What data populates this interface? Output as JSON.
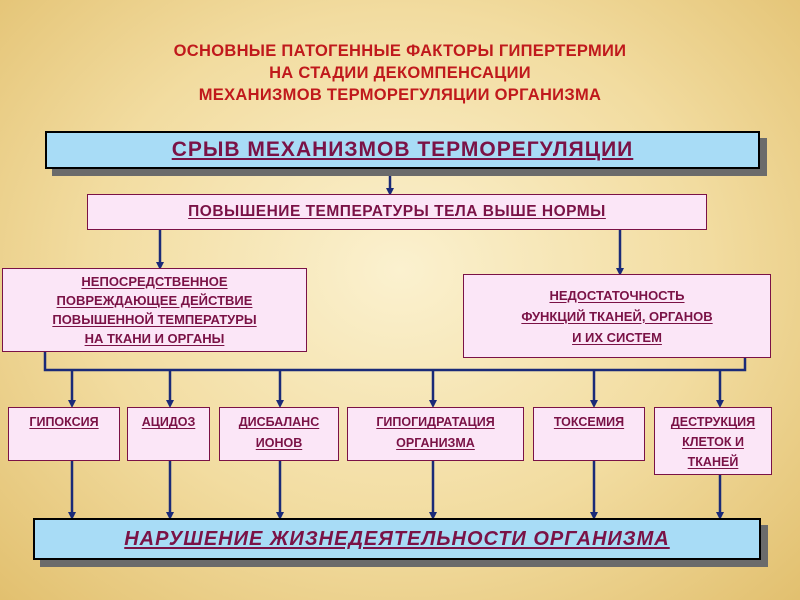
{
  "title": {
    "line1": "ОСНОВНЫЕ  ПАТОГЕННЫЕ  ФАКТОРЫ  ГИПЕРТЕРМИИ",
    "line2": "НА  СТАДИИ  ДЕКОМПЕНСАЦИИ",
    "line3": "МЕХАНИЗМОВ  ТЕРМОРЕГУЛЯЦИИ  ОРГАНИЗМА"
  },
  "top_banner": "СРЫВ   МЕХАНИЗМОВ  ТЕРМОРЕГУЛЯЦИИ",
  "temp_box": "ПОВЫШЕНИЕ  ТЕМПЕРАТУРЫ  ТЕЛА  ВЫШЕ  НОРМЫ",
  "direct_damage": {
    "lines": [
      "НЕПОСРЕДСТВЕННОЕ",
      "ПОВРЕЖДАЮЩЕЕ ДЕЙСТВИЕ",
      "ПОВЫШЕННОЙ ТЕМПЕРАТУРЫ",
      "НА ТКАНИ И ОРГАНЫ"
    ]
  },
  "insufficiency": {
    "lines": [
      "НЕДОСТАТОЧНОСТЬ",
      "ФУНКЦИЙ  ТКАНЕЙ, ОРГАНОВ",
      "И  ИХ  СИСТЕМ"
    ]
  },
  "factors": [
    {
      "lines": [
        "ГИПОКСИЯ"
      ]
    },
    {
      "lines": [
        "АЦИДОЗ"
      ]
    },
    {
      "lines": [
        "ДИСБАЛАНС",
        "ИОНОВ"
      ]
    },
    {
      "lines": [
        "ГИПОГИДРАТАЦИЯ",
        "ОРГАНИЗМА"
      ]
    },
    {
      "lines": [
        "ТОКСЕМИЯ"
      ]
    },
    {
      "lines": [
        "ДЕСТРУКЦИЯ",
        "КЛЕТОК  И",
        "ТКАНЕЙ"
      ]
    }
  ],
  "bottom_banner": "НАРУШЕНИЕ   ЖИЗНЕДЕЯТЕЛЬНОСТИ   ОРГАНИЗМА",
  "colors": {
    "title": "#c0191c",
    "banner_fill": "#a8dcf6",
    "box_fill": "#fbe6f7",
    "text": "#7a1246",
    "arrow": "#1a2a78",
    "background": "#f2dca0"
  }
}
